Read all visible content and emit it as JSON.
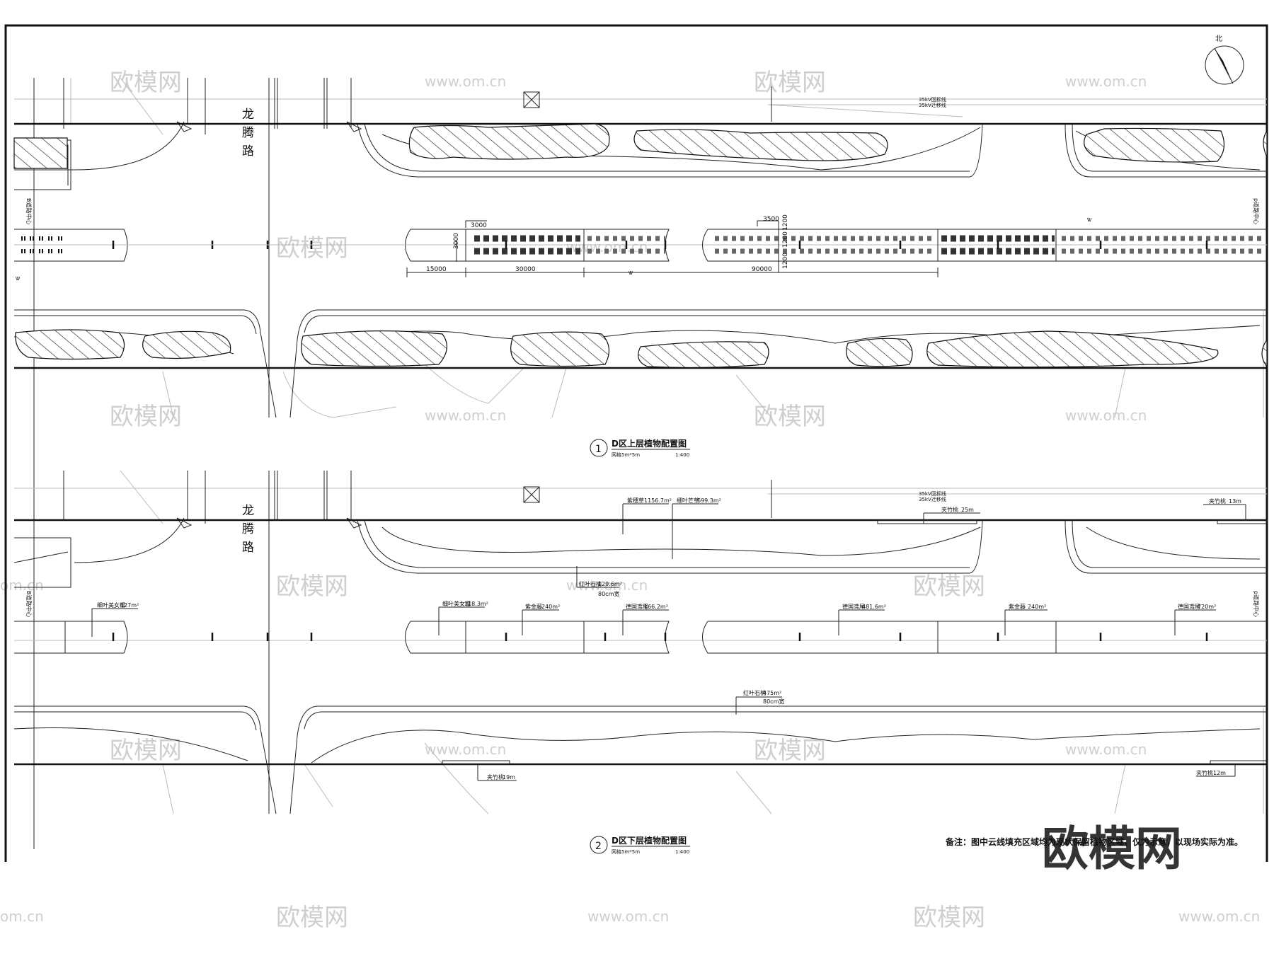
{
  "north_label": "北",
  "road_name_chars": [
    "龙",
    "腾",
    "路"
  ],
  "upper_plan": {
    "number": "1",
    "title": "D区上层植物配置图",
    "grid_note": "网格5m*5m",
    "scale": "1:400",
    "power_labels": [
      "35kV回拆线",
      "35kV迁移线"
    ],
    "dimensions": [
      "3000",
      "3000",
      "3500",
      "1200",
      "1200",
      "1200",
      "15000",
      "30000",
      "90000"
    ],
    "side_labels": [
      "B道路中心",
      "p道路中心"
    ],
    "small_marks": [
      "Ꮤ",
      "Ꮤ",
      "Ꮤ"
    ]
  },
  "lower_plan": {
    "number": "2",
    "title": "D区下层植物配置图",
    "grid_note": "网格5m*5m",
    "scale": "1:400",
    "power_labels": [
      "35kV回拆线",
      "35kV迁移线"
    ],
    "side_labels": [
      "B道路中心",
      "p道路中心"
    ],
    "planting_labels": [
      {
        "name": "紫穗草",
        "area": "1156.7m²"
      },
      {
        "name": "细叶芒草",
        "area": "699.3m²"
      },
      {
        "name": "夹竹桃",
        "area": "25m"
      },
      {
        "name": "夹竹桃",
        "area": "13m"
      },
      {
        "name": "红叶石楠",
        "area": "129.6m²",
        "width": "80cm宽"
      },
      {
        "name": "细叶美女樱",
        "area": "127m²"
      },
      {
        "name": "细叶美女樱",
        "area": "118.3m²"
      },
      {
        "name": "紫金藤",
        "area": "240m²"
      },
      {
        "name": "德国鸢尾",
        "area": "166.2m²"
      },
      {
        "name": "德国鸢尾",
        "area": "481.6m²"
      },
      {
        "name": "紫金藤",
        "area": "240m²"
      },
      {
        "name": "德国鸢尾",
        "area": "720m²"
      },
      {
        "name": "红叶石楠",
        "area": "475m²",
        "width": "80cm宽"
      },
      {
        "name": "夹竹桃",
        "area": "19m"
      },
      {
        "name": "夹竹桃",
        "area": "12m"
      }
    ]
  },
  "note": "备注：图中云线填充区域均为现状保留植物区域，仅为示意，以现场实际为准。",
  "watermark_logo": "欧模网",
  "watermark_url": "www.om.cn",
  "watermark_url_edge": "om.cn"
}
